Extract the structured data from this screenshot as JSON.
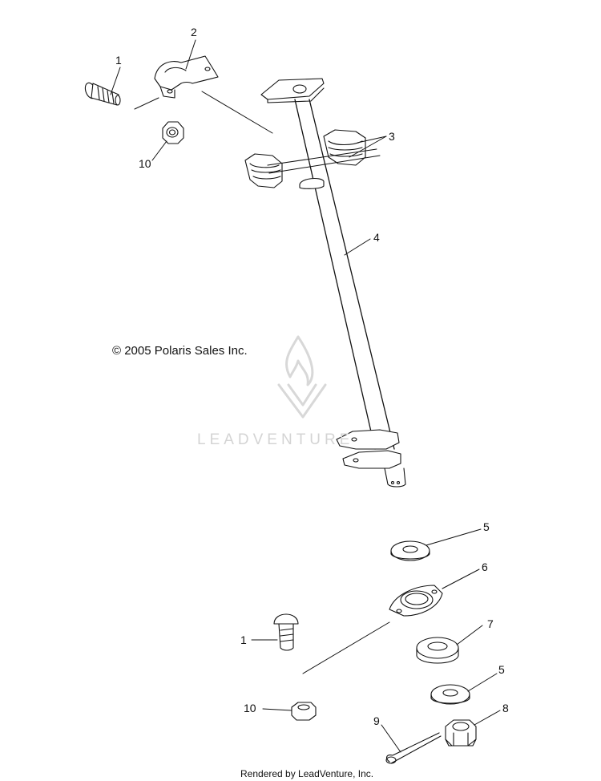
{
  "diagram": {
    "copyright": "© 2005 Polaris Sales Inc.",
    "footer": "Rendered by LeadVenture, Inc.",
    "watermark": "LEADVENTURE",
    "callouts": [
      {
        "id": "c1a",
        "text": "1"
      },
      {
        "id": "c2",
        "text": "2"
      },
      {
        "id": "c3",
        "text": "3"
      },
      {
        "id": "c10a",
        "text": "10"
      },
      {
        "id": "c4",
        "text": "4"
      },
      {
        "id": "c5a",
        "text": "5"
      },
      {
        "id": "c6",
        "text": "6"
      },
      {
        "id": "c7",
        "text": "7"
      },
      {
        "id": "c1b",
        "text": "1"
      },
      {
        "id": "c5b",
        "text": "5"
      },
      {
        "id": "c10b",
        "text": "10"
      },
      {
        "id": "c8",
        "text": "8"
      },
      {
        "id": "c9",
        "text": "9"
      }
    ]
  }
}
